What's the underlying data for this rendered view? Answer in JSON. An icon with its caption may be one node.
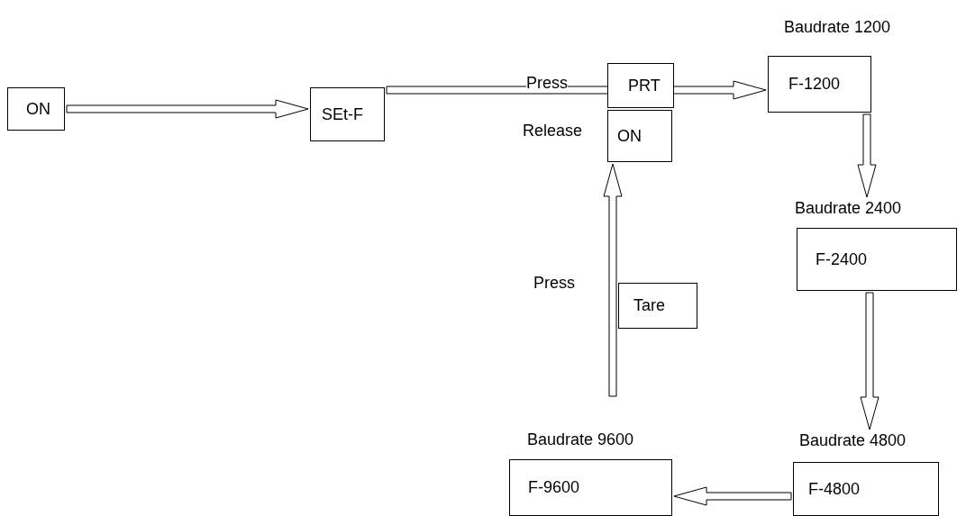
{
  "diagram": {
    "nodes": [
      {
        "text": [
          "ON"
        ]
      },
      {
        "text": [
          "SEt-F"
        ]
      },
      {
        "text": [
          "PRT"
        ]
      },
      {
        "text": [
          "ON"
        ]
      },
      {
        "text": [
          "F-1200"
        ],
        "beside": [
          "Baudrate 1200"
        ]
      },
      {
        "text": [
          "F-2400"
        ],
        "beside": [
          "Baudrate 2400"
        ]
      },
      {
        "text": [
          "F-4800"
        ],
        "beside": [
          "Baudrate 4800"
        ]
      },
      {
        "text": [
          "F-9600"
        ],
        "beside": [
          "Baudrate 9600"
        ]
      },
      {
        "text": [
          "Tare"
        ]
      }
    ],
    "edges": [
      {
        "from": 0,
        "to": 1,
        "arrow": "to"
      },
      {
        "from": 1,
        "to": 4,
        "arrow": "to"
      },
      {
        "from": 4,
        "to": 5,
        "arrow": "to"
      },
      {
        "from": 5,
        "to": 6,
        "arrow": "to"
      },
      {
        "from": 6,
        "to": 7,
        "arrow": "to"
      },
      {
        "from": null,
        "to": 3,
        "arrow": "to"
      }
    ],
    "labels": [
      "Press",
      "Release",
      "Press"
    ]
  }
}
